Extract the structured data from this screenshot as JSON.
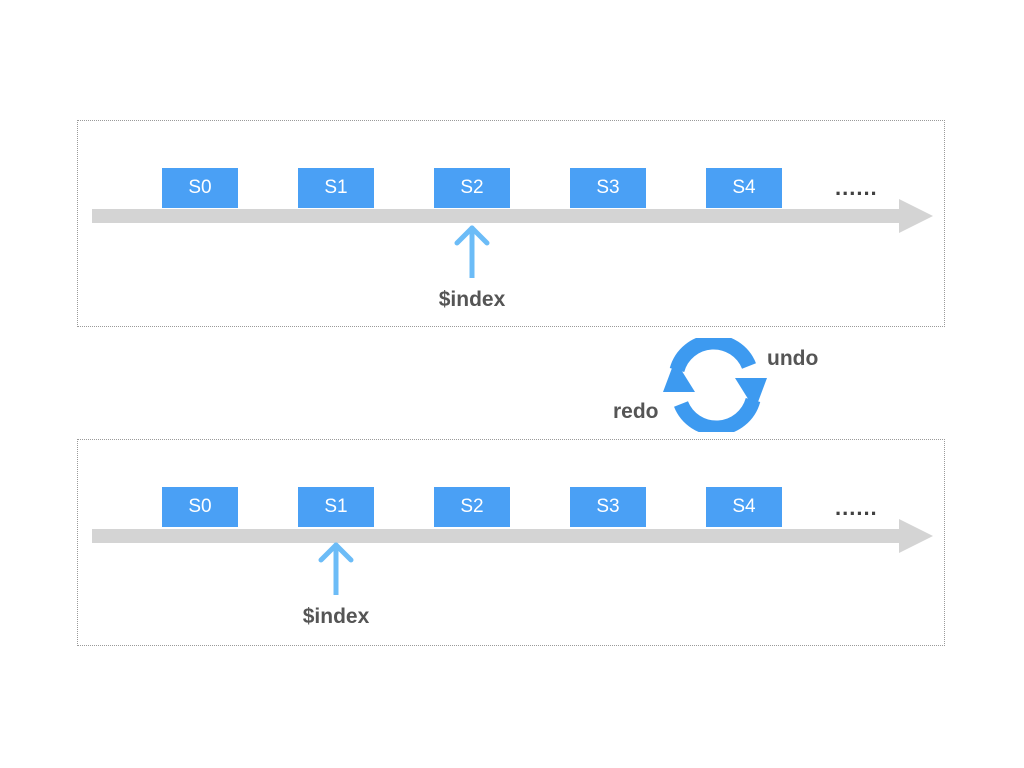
{
  "colors": {
    "state_fill": "#4aa0f5",
    "timeline": "#d4d4d4",
    "pointer": "#6cbcf7",
    "cycle": "#3d9af0",
    "text_dark": "#555555"
  },
  "top_panel": {
    "states": [
      "S0",
      "S1",
      "S2",
      "S3",
      "S4"
    ],
    "ellipsis": "......",
    "pointer_label": "$index",
    "pointer_at": "S2"
  },
  "bottom_panel": {
    "states": [
      "S0",
      "S1",
      "S2",
      "S3",
      "S4"
    ],
    "ellipsis": "......",
    "pointer_label": "$index",
    "pointer_at": "S1"
  },
  "operations": {
    "undo": "undo",
    "redo": "redo"
  }
}
